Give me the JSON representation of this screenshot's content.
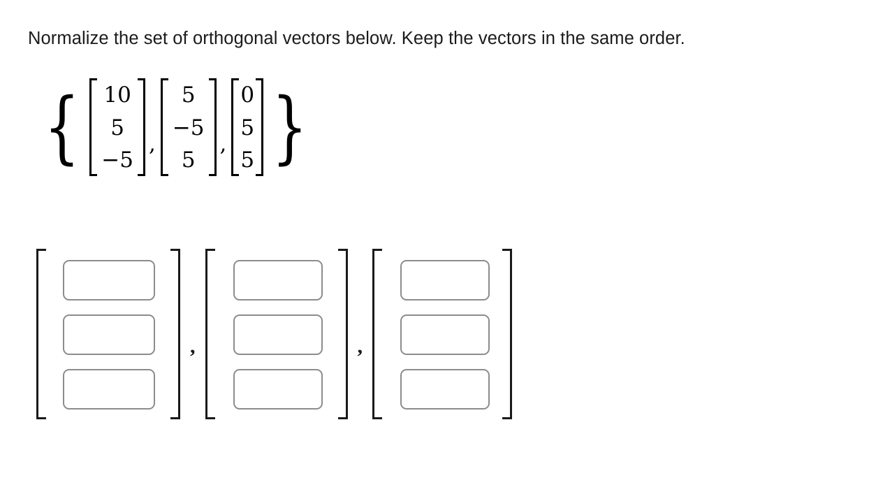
{
  "problem": {
    "instruction": "Normalize the set of orthogonal vectors below. Keep the vectors in the same order.",
    "set_open": "{",
    "set_close": "}",
    "separator": ",",
    "given_vectors": [
      {
        "name": "vector-1",
        "entries": [
          "10",
          "5",
          "−5"
        ]
      },
      {
        "name": "vector-2",
        "entries": [
          "5",
          "−5",
          "5"
        ]
      },
      {
        "name": "vector-3",
        "entries": [
          "0",
          "5",
          "5"
        ]
      }
    ]
  },
  "answer": {
    "separator": ",",
    "groups": [
      {
        "name": "answer-vector-1",
        "fields": [
          {
            "value": "",
            "placeholder": ""
          },
          {
            "value": "",
            "placeholder": ""
          },
          {
            "value": "",
            "placeholder": ""
          }
        ]
      },
      {
        "name": "answer-vector-2",
        "fields": [
          {
            "value": "",
            "placeholder": ""
          },
          {
            "value": "",
            "placeholder": ""
          },
          {
            "value": "",
            "placeholder": ""
          }
        ]
      },
      {
        "name": "answer-vector-3",
        "fields": [
          {
            "value": "",
            "placeholder": ""
          },
          {
            "value": "",
            "placeholder": ""
          },
          {
            "value": "",
            "placeholder": ""
          }
        ]
      }
    ]
  },
  "style": {
    "background": "#ffffff",
    "text_color": "#1a1a1a",
    "input_border": "#8c8c8c",
    "bracket_color": "#000000"
  }
}
